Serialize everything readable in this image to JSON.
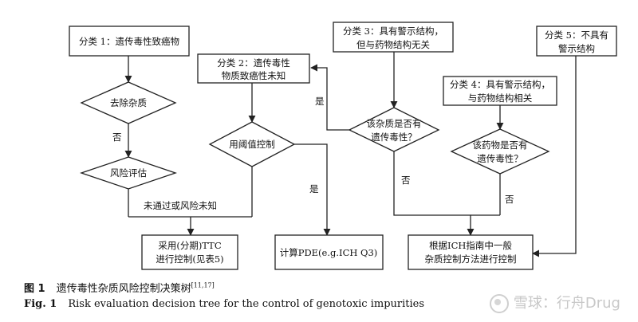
{
  "nodes": {
    "class1": "分类 1：遗传毒性致癌物",
    "class2_l1": "分类 2：遗传毒性",
    "class2_l2": "物质致癌性未知",
    "class3_l1": "分类 3：具有警示结构，",
    "class3_l2": "但与药物结构无关",
    "class4_l1": "分类 4：具有警示结构，",
    "class4_l2": "与药物结构相关",
    "class5_l1": "分类 5：不具有",
    "class5_l2": "警示结构",
    "remove_impurity": "去除杂质",
    "risk_assessment": "风险评估",
    "threshold_control": "用阈值控制",
    "is_genotoxic_l1": "该杂质是否有",
    "is_genotoxic_l2": "遗传毒性？",
    "drug_genotoxic_l1": "该药物是否有",
    "drug_genotoxic_l2": "遗传毒性？",
    "ttc_l1": "采用(分期)TTC",
    "ttc_l2": "进行控制(见表5)",
    "pde": "计算PDE(e.g.ICH Q3)",
    "ich_l1": "根据ICH指南中一般",
    "ich_l2": "杂质控制方法进行控制"
  },
  "edge_labels": {
    "no_1": "否",
    "fail": "未通过或风险未知",
    "yes_threshold": "是",
    "yes_genotoxic": "是",
    "no_genotoxic": "否",
    "no_drug": "否"
  },
  "caption": {
    "cn_fig": "图 1",
    "cn_text": "遗传毒性杂质风险控制决策树",
    "cn_ref": "[11,17]",
    "en_fig": "Fig. 1",
    "en_text": "Risk evaluation decision tree for the control of genotoxic impurities"
  },
  "watermark": "雪球：行舟Drug"
}
